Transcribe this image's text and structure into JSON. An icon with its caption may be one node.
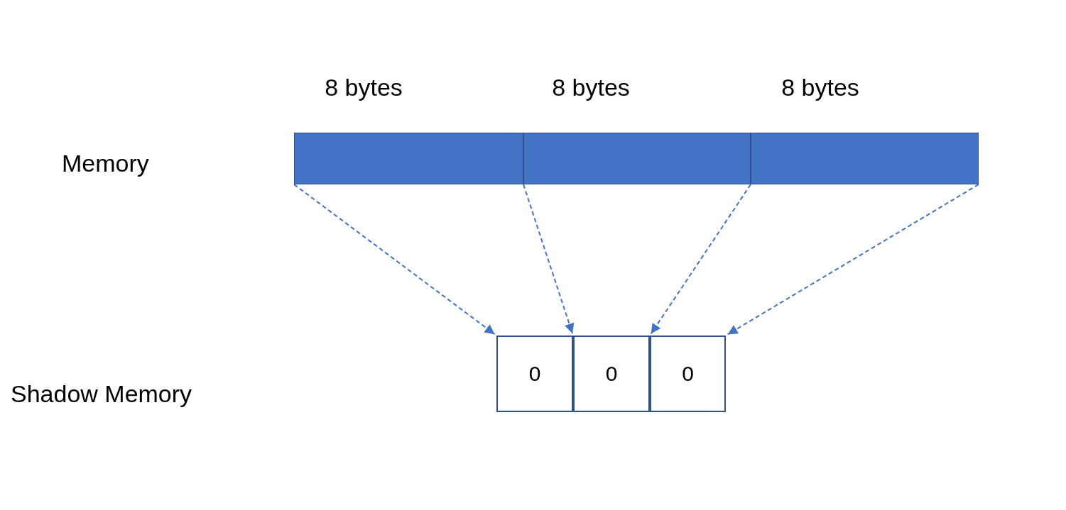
{
  "diagram": {
    "nodes": [
      {
        "text": [],
        "shape": "box",
        "beside": [
          "8 bytes"
        ]
      },
      {
        "text": [],
        "shape": "box",
        "beside": [
          "8 bytes"
        ]
      },
      {
        "text": [],
        "shape": "box",
        "beside": [
          "8 bytes"
        ]
      },
      {
        "text": [
          "0"
        ]
      },
      {
        "text": [
          "0"
        ]
      },
      {
        "text": [
          "0"
        ]
      }
    ],
    "edges": [
      {
        "from": 0,
        "to": 3,
        "arrow": "to",
        "style": "dashed"
      },
      {
        "from": 1,
        "to": 4,
        "arrow": "to",
        "style": "dashed"
      },
      {
        "from": 2,
        "to": 5,
        "arrow": "to",
        "style": "dashed"
      },
      {
        "from": 2,
        "to": 5,
        "arrow": "to",
        "style": "dashed"
      }
    ],
    "labels": [
      "Memory",
      "Shadow Memory"
    ]
  }
}
